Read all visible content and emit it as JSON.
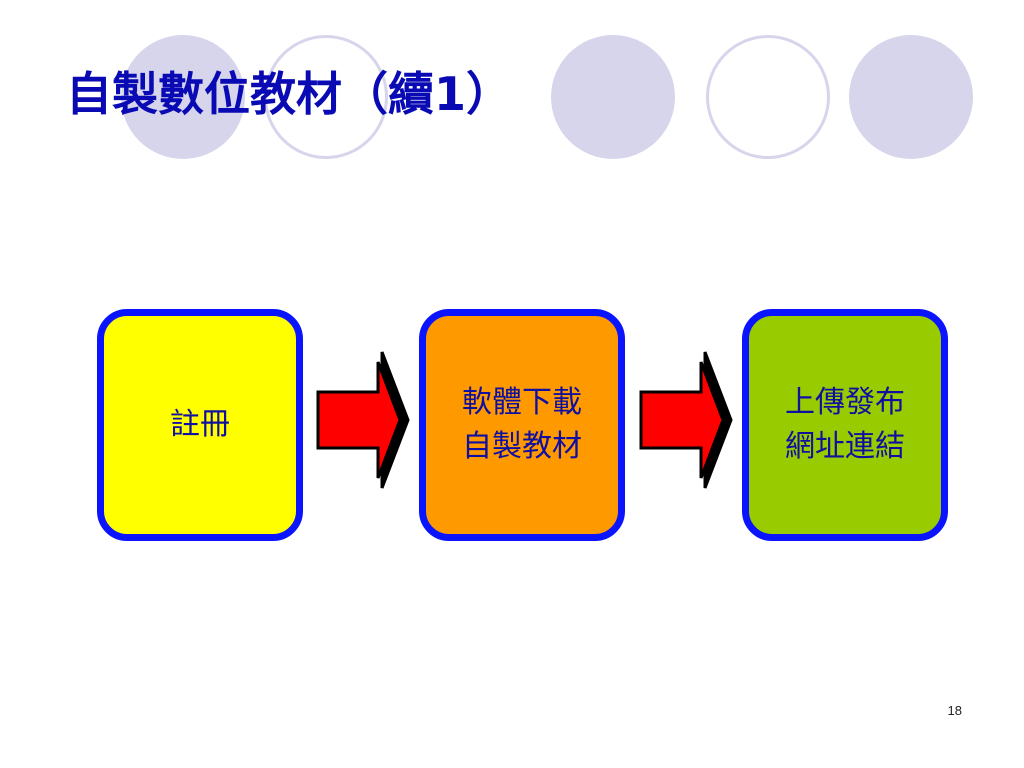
{
  "slide": {
    "title": "自製數位教材（續1）",
    "page_number": "18"
  },
  "flow": {
    "steps": [
      {
        "lines": [
          "註冊"
        ],
        "fill": "#ffff00"
      },
      {
        "lines": [
          "軟體下載",
          "自製教材"
        ],
        "fill": "#ff9900"
      },
      {
        "lines": [
          "上傳發布",
          "網址連結"
        ],
        "fill": "#99cc00"
      }
    ],
    "box_border_color": "#0a14ff",
    "text_color": "#1010a0",
    "arrow_color": "#ff0000",
    "arrow_outline": "#000000"
  },
  "decoration": {
    "circle_color": "#d6d5ec"
  }
}
